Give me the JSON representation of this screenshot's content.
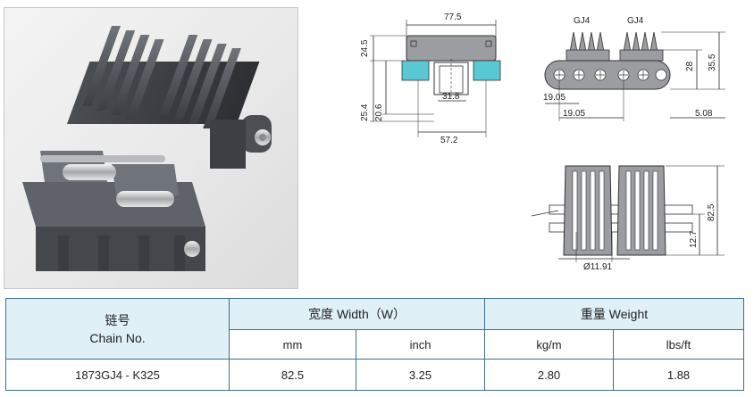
{
  "drawing_labels": {
    "top_width": "77.5",
    "left_height_top": "24.5",
    "left_height_bottom_outer": "25.4",
    "left_height_bottom_inner": "20.6",
    "inner_width": "31.8",
    "bottom_width": "57.2",
    "side_title_left": "GJ4",
    "side_title_right": "GJ4",
    "side_height_inner": "28",
    "side_height_outer": "35.5",
    "side_pitch_top": "19.05",
    "side_pitch_bottom": "19.05",
    "side_offset": "5.08",
    "plan_width": "82.5",
    "plan_offset": "12.7",
    "plan_diameter": "Ø11.91"
  },
  "table": {
    "chain_header_cn": "链号",
    "chain_header_en": "Chain No.",
    "width_header": "宽度 Width（W）",
    "weight_header": "重量 Weight",
    "unit_mm": "mm",
    "unit_inch": "inch",
    "unit_kgm": "kg/m",
    "unit_lbsft": "lbs/ft",
    "row": {
      "chain_no": "1873GJ4 - K325",
      "mm": "82.5",
      "inch": "3.25",
      "kgm": "2.80",
      "lbsft": "1.88"
    }
  },
  "colors": {
    "table_header_bg": "#dff0f7",
    "table_border": "#3f6e8c",
    "cyan_accent": "#58c8d2",
    "chain_gray": "#6c7076"
  }
}
